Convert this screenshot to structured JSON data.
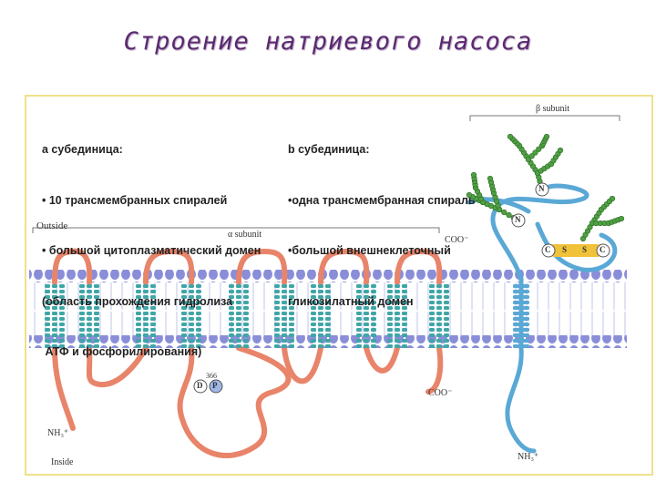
{
  "title": "Строение натриевого насоса",
  "left_text": {
    "line1": "a субединица:",
    "line2": "• 10 трансмембранных спиралей",
    "line3": "• большой цитоплазматический домен",
    "line4": "(область прохождения гидролиза",
    "line5": " АТФ и фосфорилирования)"
  },
  "right_text": {
    "line1": "b субединица:",
    "line2": "•одна трансмембранная спираль",
    "line3": "•большой внешнеклеточный",
    "line4": "гликозилатный домен"
  },
  "diagram": {
    "outside_label": "Outside",
    "inside_label": "Inside",
    "alpha_label": "α subunit",
    "beta_label": "β subunit",
    "coo_top": "COO⁻",
    "coo_bottom": "COO⁻",
    "nh3_left": "NH₃⁺",
    "nh3_beta": "NH₃⁺",
    "n_label_1": "N",
    "n_label_2": "N",
    "c_label_1": "C",
    "s_label_1": "S",
    "s_label_2": "S",
    "c_label_2": "C",
    "d_label": "D",
    "p_label": "P",
    "residue_label": "366"
  },
  "colors": {
    "title": "#5a2a6e",
    "membrane_head": "#8a8ed8",
    "membrane_helix": "#3fa6a6",
    "alpha_ribbon": "#e8846a",
    "beta_ribbon": "#5aa8d6",
    "glycan": "#4fa043",
    "disulfide": "#f0c23a"
  }
}
